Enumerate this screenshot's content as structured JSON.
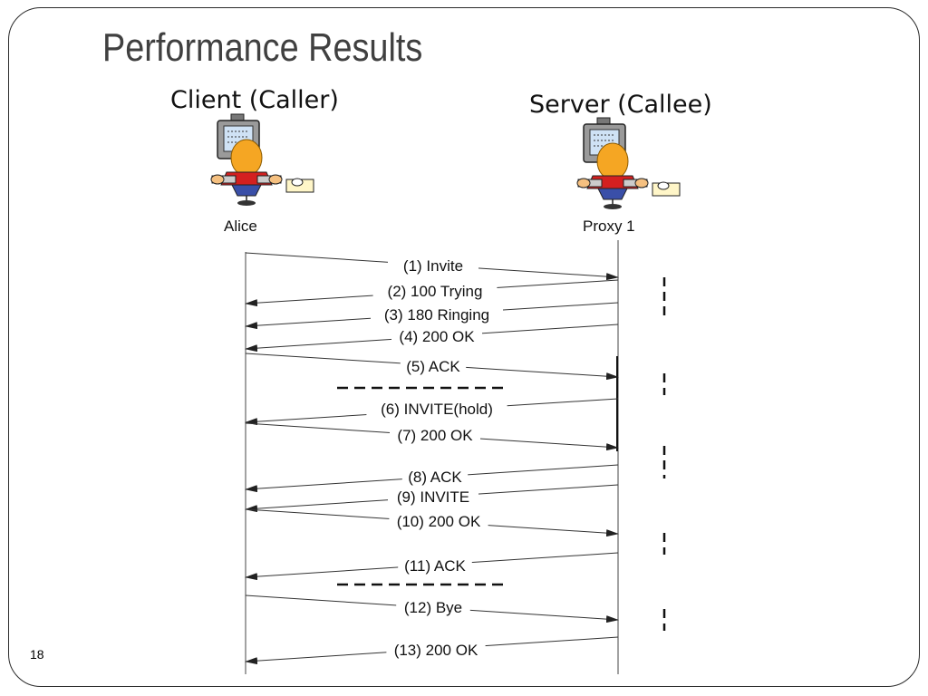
{
  "slide": {
    "title": "Performance Results",
    "page_number": "18"
  },
  "participants": {
    "caller": {
      "role_label": "Client (Caller)",
      "name": "Alice",
      "icon": "user-at-computer-icon"
    },
    "callee": {
      "role_label": "Server (Callee)",
      "name": "Proxy 1",
      "icon": "user-at-computer-icon"
    }
  },
  "messages": [
    {
      "label": "(1) Invite",
      "from": "caller",
      "to": "callee"
    },
    {
      "label": "(2) 100 Trying",
      "from": "callee",
      "to": "caller"
    },
    {
      "label": "(3) 180 Ringing",
      "from": "callee",
      "to": "caller"
    },
    {
      "label": "(4) 200 OK",
      "from": "callee",
      "to": "caller"
    },
    {
      "label": "(5) ACK",
      "from": "caller",
      "to": "callee"
    },
    {
      "label": "(6) INVITE(hold)",
      "from": "callee",
      "to": "caller"
    },
    {
      "label": "(7) 200 OK",
      "from": "caller",
      "to": "callee"
    },
    {
      "label": "(8) ACK",
      "from": "callee",
      "to": "caller"
    },
    {
      "label": "(9) INVITE",
      "from": "callee",
      "to": "caller"
    },
    {
      "label": "(10) 200 OK",
      "from": "caller",
      "to": "callee"
    },
    {
      "label": "(11) ACK",
      "from": "callee",
      "to": "caller"
    },
    {
      "label": "(12) Bye",
      "from": "caller",
      "to": "callee"
    },
    {
      "label": "(13) 200 OK",
      "from": "callee",
      "to": "caller"
    }
  ],
  "colors": {
    "title": "#404040",
    "line": "#333333",
    "text": "#111111",
    "hair": "#f5a623",
    "shirt": "#d42020",
    "monitor": "#9a9a9a",
    "screen": "#cfe2f5"
  }
}
